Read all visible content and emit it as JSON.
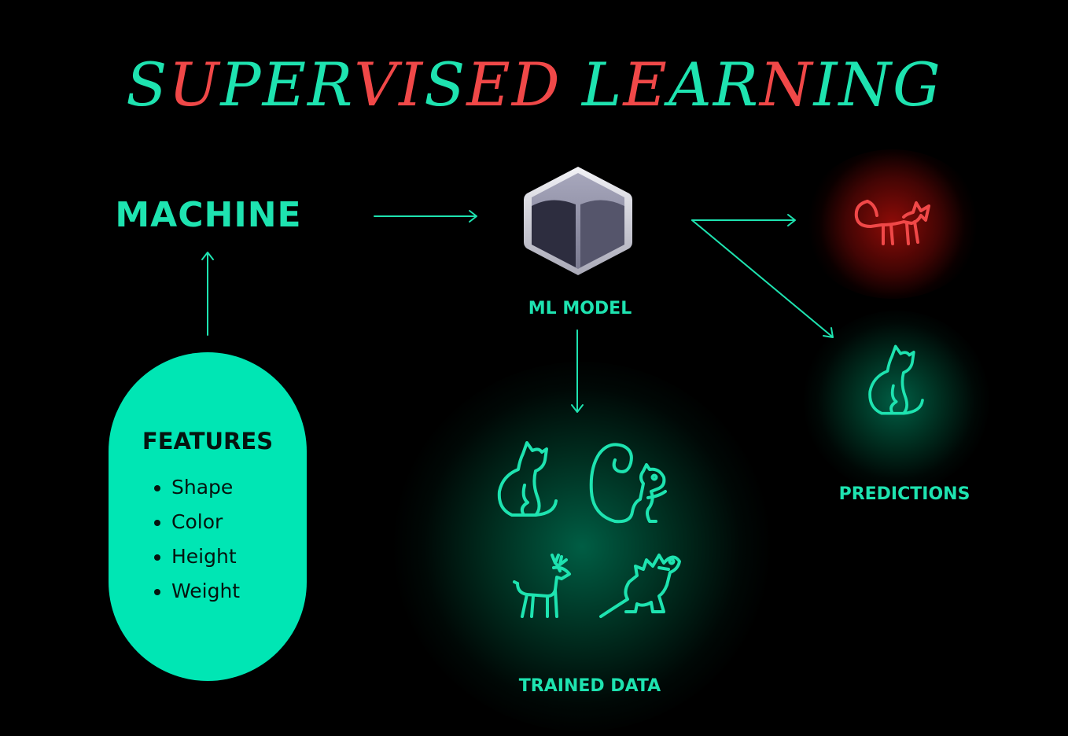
{
  "title": {
    "letters": [
      "S",
      "U",
      "P",
      "E",
      "R",
      "V",
      "I",
      "S",
      "E",
      "D",
      " ",
      "L",
      "E",
      "A",
      "R",
      "N",
      "I",
      "N",
      "G"
    ],
    "letter_colors": [
      "#1ee3b0",
      "#f04848",
      "#1ee3b0",
      "#1ee3b0",
      "#1ee3b0",
      "#f04848",
      "#f04848",
      "#1ee3b0",
      "#f04848",
      "#f04848",
      "#1ee3b0",
      "#1ee3b0",
      "#f04848",
      "#1ee3b0",
      "#1ee3b0",
      "#f04848",
      "#1ee3b0",
      "#1ee3b0",
      "#1ee3b0"
    ]
  },
  "machine": {
    "label": "MACHINE"
  },
  "features": {
    "title": "FEATURES",
    "items": [
      "Shape",
      "Color",
      "Height",
      "Weight"
    ]
  },
  "model": {
    "label": "ML MODEL",
    "icon": "cube-icon"
  },
  "trained": {
    "label": "TRAINED DATA",
    "icons": [
      "cat-icon",
      "squirrel-icon",
      "deer-icon",
      "dinosaur-icon"
    ]
  },
  "predictions": {
    "label": "PREDICTIONS",
    "icons": [
      "fox-icon",
      "cat-icon"
    ]
  },
  "colors": {
    "accent": "#1ee3b0",
    "accent_fill": "#00e6b4",
    "red": "#f04848",
    "background": "#000000"
  }
}
